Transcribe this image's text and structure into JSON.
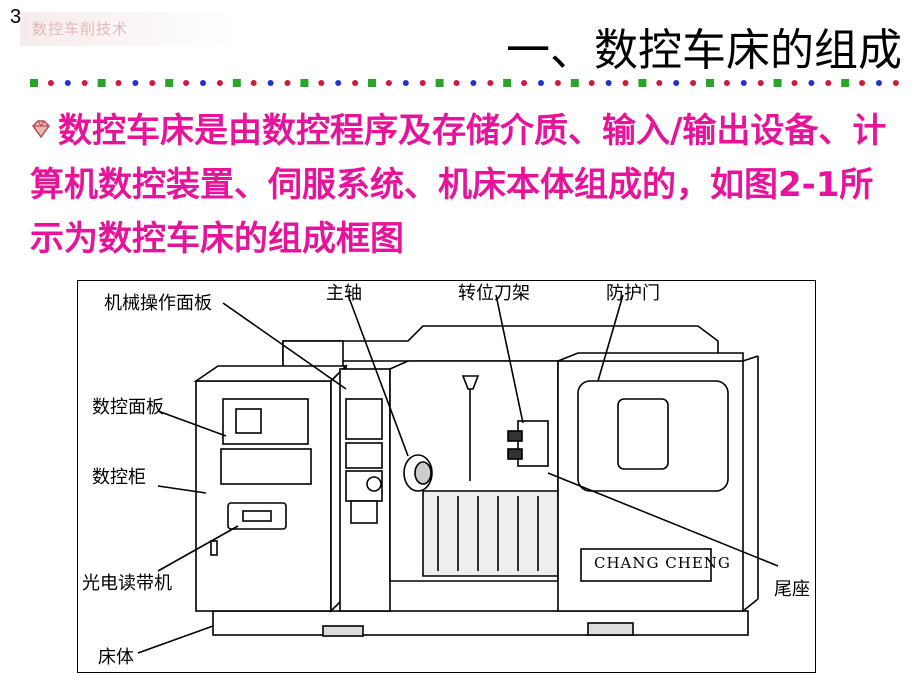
{
  "slide_number": "3",
  "brand_text": "数控车削技术",
  "title": "一、数控车床的组成",
  "body_text": "数控车床是由数控程序及存储介质、输入/输出设备、计算机数控装置、伺服系统、机床本体组成的，如图2-1所示为数控车床的组成框图",
  "colors": {
    "body_text": "#e6149a",
    "dot_green": "#2aa52a",
    "dot_red": "#d01a3a",
    "dot_blue": "#2233cc"
  },
  "figure": {
    "labels": {
      "mech_panel": "机械操作面板",
      "spindle": "主轴",
      "turret": "转位刀架",
      "guard_door": "防护门",
      "nc_panel": "数控面板",
      "nc_cabinet": "数控柜",
      "tape_reader": "光电读带机",
      "tailstock": "尾座",
      "bed": "床体",
      "brand_plate": "CHANG CHENG"
    }
  }
}
